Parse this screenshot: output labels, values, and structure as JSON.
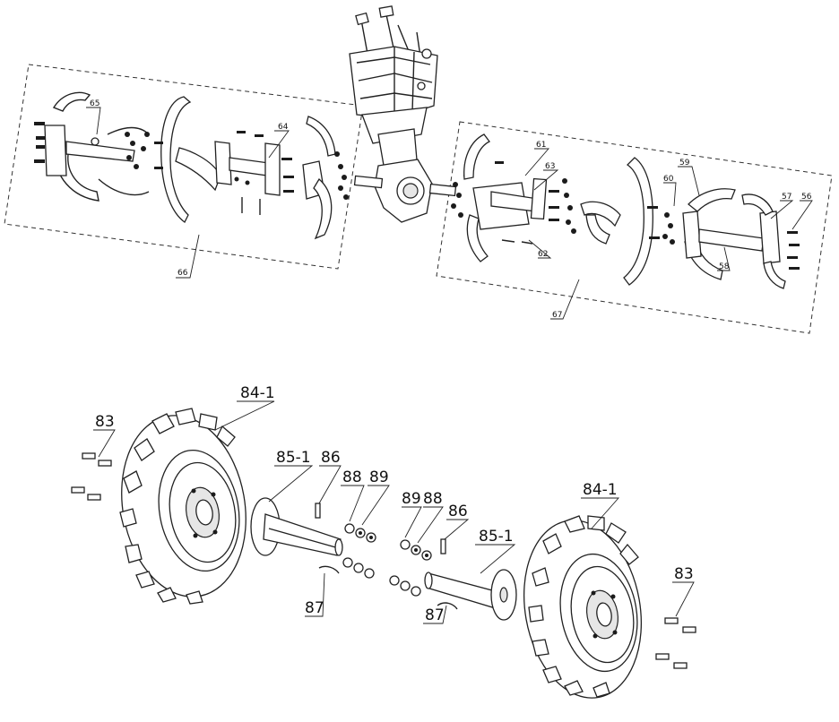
{
  "labels": {
    "p65": "65",
    "p64": "64",
    "p66": "66",
    "p61": "61",
    "p63": "63",
    "p62": "62",
    "p59": "59",
    "p60": "60",
    "p57": "57",
    "p56": "56",
    "p58": "58",
    "p67": "67",
    "p84_left": "84-1",
    "p84_right": "84-1",
    "p83_left": "83",
    "p83_right": "83",
    "p85_left": "85-1",
    "p85_right": "85-1",
    "p86_left": "86",
    "p86_right": "86",
    "p88_left": "88",
    "p89_left": "89",
    "p89_right": "89",
    "p88_right": "88",
    "p87_left": "87",
    "p87_right": "87"
  }
}
